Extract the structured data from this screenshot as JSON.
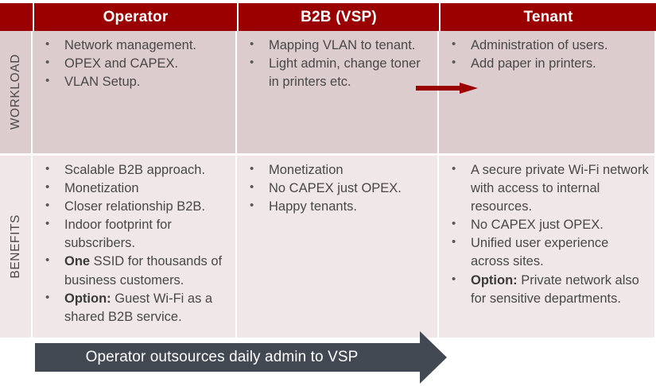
{
  "colors": {
    "header_red": "#9b0000",
    "arrow_red": "#9b0000",
    "banner_dark": "#424953",
    "row_workload_bg": "#ddcccd",
    "row_benefits_bg": "#f0e8e8",
    "text_gray": "#484848"
  },
  "table": {
    "headers": {
      "corner": "",
      "operator": "Operator",
      "b2b": "B2B (VSP)",
      "tenant": "Tenant"
    },
    "rows": [
      {
        "label": "WORKLOAD",
        "operator": [
          {
            "text": "Network management."
          },
          {
            "text": "OPEX and CAPEX."
          },
          {
            "text": "VLAN Setup."
          }
        ],
        "b2b": [
          {
            "text": "Mapping VLAN to tenant."
          },
          {
            "text": "Light admin, change toner in printers etc."
          }
        ],
        "tenant": [
          {
            "text": "Administration of users."
          },
          {
            "text": "Add paper in printers."
          }
        ]
      },
      {
        "label": "BENEFITS",
        "operator": [
          {
            "text": "Scalable B2B approach."
          },
          {
            "text": "Monetization"
          },
          {
            "text": "Closer relationship B2B."
          },
          {
            "text": "Indoor footprint for subscribers."
          },
          {
            "bold": "One",
            "text": " SSID for thousands of business customers."
          },
          {
            "bold": "Option:",
            "text": " Guest Wi-Fi as a shared B2B service."
          }
        ],
        "b2b": [
          {
            "text": "Monetization"
          },
          {
            "text": "No CAPEX just OPEX."
          },
          {
            "text": "Happy tenants."
          }
        ],
        "tenant": [
          {
            "text": "A secure private Wi-Fi network with access to internal resources."
          },
          {
            "text": "No CAPEX just OPEX."
          },
          {
            "text": "Unified user experience across sites."
          },
          {
            "bold": "Option:",
            "text": " Private network also for sensitive departments."
          }
        ]
      }
    ]
  },
  "annotations": {
    "red_arrow_name": "workload-handoff-arrow",
    "banner_text": "Operator outsources daily admin to VSP"
  }
}
